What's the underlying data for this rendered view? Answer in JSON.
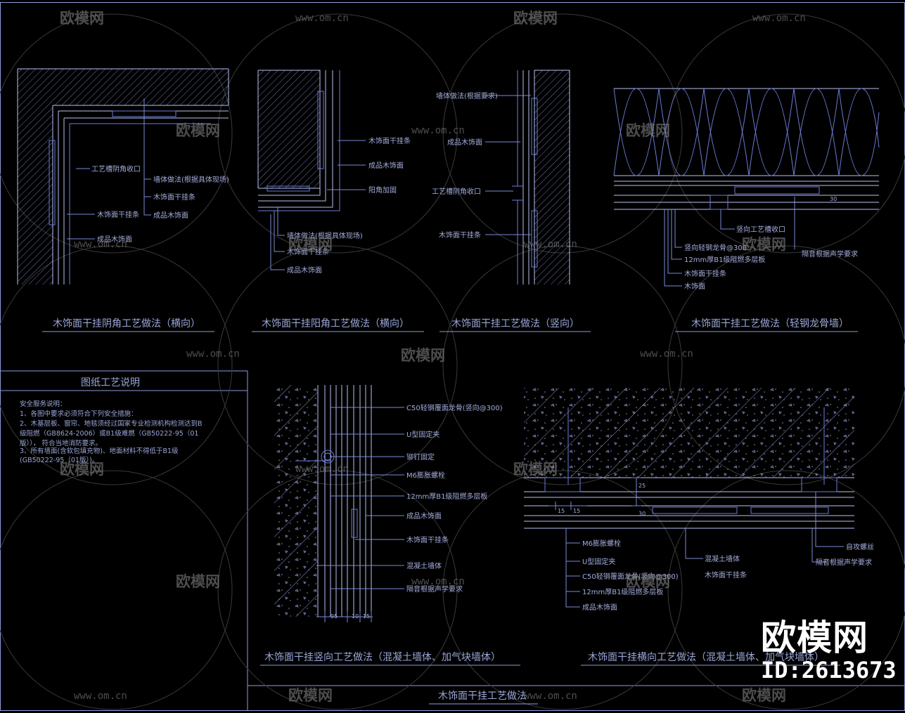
{
  "titles": {
    "d1": "木饰面干挂阴角工艺做法（横向）",
    "d2": "木饰面干挂阳角工艺做法（横向）",
    "d3": "木饰面干挂工艺做法（竖向）",
    "d4": "木饰面干挂工艺做法（轻钢龙骨墙）",
    "d5": "木饰面干挂竖向工艺做法（混凝土墙体、加气块墙体）",
    "d6": "木饰面干挂横向工艺做法（混凝土墙体、加气块墙体）",
    "sheet": "木饰面干挂工艺做法"
  },
  "notes": {
    "heading": "图纸工艺说明",
    "lines": [
      "安全服务说明：",
      "1、各图中要求必须符合下列安全措施：",
      "2、木基层板、窗帘、地毯须经过国家专业检测机构检测达到B",
      "   级阻燃（GB8624-2006）或B1级难燃（GB50222-95（01",
      "   版））， 符合当地消防要求。",
      "3、所有墙面(含软包填充物)、地面材料不得低于B1级",
      "   (GB50222-95（01版）)。"
    ]
  },
  "labels": {
    "d1": [
      "工艺槽阴角收口",
      "墙体做法(根据具体现场)",
      "木饰面干挂条",
      "成品木饰面",
      "木饰面干挂条",
      "成品木饰面"
    ],
    "d2": [
      "木饰面干挂条",
      "成品木饰面",
      "阳角加固",
      "墙体做法(根据具体现场)",
      "木饰面干挂条",
      "成品木饰面"
    ],
    "d3": [
      "墙体做法(根据要求)",
      "成品木饰面",
      "工艺槽阴角收口",
      "木饰面干挂条"
    ],
    "d4": [
      "竖向工艺槽收口",
      "竖向轻钢龙骨@300",
      "12mm厚B1级阻燃多层板",
      "木饰面干挂条",
      "木饰面",
      "隔音根据声学要求"
    ],
    "d5": [
      "C50轻钢覆面龙骨(竖向@300)",
      "U型固定夹",
      "铆钉固定",
      "M6膨胀螺栓",
      "12mm厚B1级阻燃多层板",
      "成品木饰面",
      "木饰面干挂条",
      "混凝土墙体",
      "隔音根据声学要求"
    ],
    "d6": [
      "M6膨胀螺栓",
      "U型固定夹",
      "C50轻钢覆面龙骨(竖向@300)",
      "12mm厚B1级阻燃多层板",
      "成品木饰面",
      "混凝土墙体",
      "木饰面干挂条",
      "自攻螺丝",
      "隔音根据声学要求"
    ]
  },
  "dims": {
    "d4": "30",
    "d5": [
      "95",
      "10",
      "15"
    ],
    "d6": [
      "15",
      "15",
      "25",
      "30"
    ]
  },
  "watermark": {
    "brand": "欧模网",
    "url": "www.om.cn"
  },
  "logo": {
    "name": "欧模网",
    "id": "ID:2613673"
  },
  "colors": {
    "background": "#000000",
    "line": "#b7c0f0",
    "text": "#a3acdc",
    "watermark": "#8c8c8c"
  }
}
